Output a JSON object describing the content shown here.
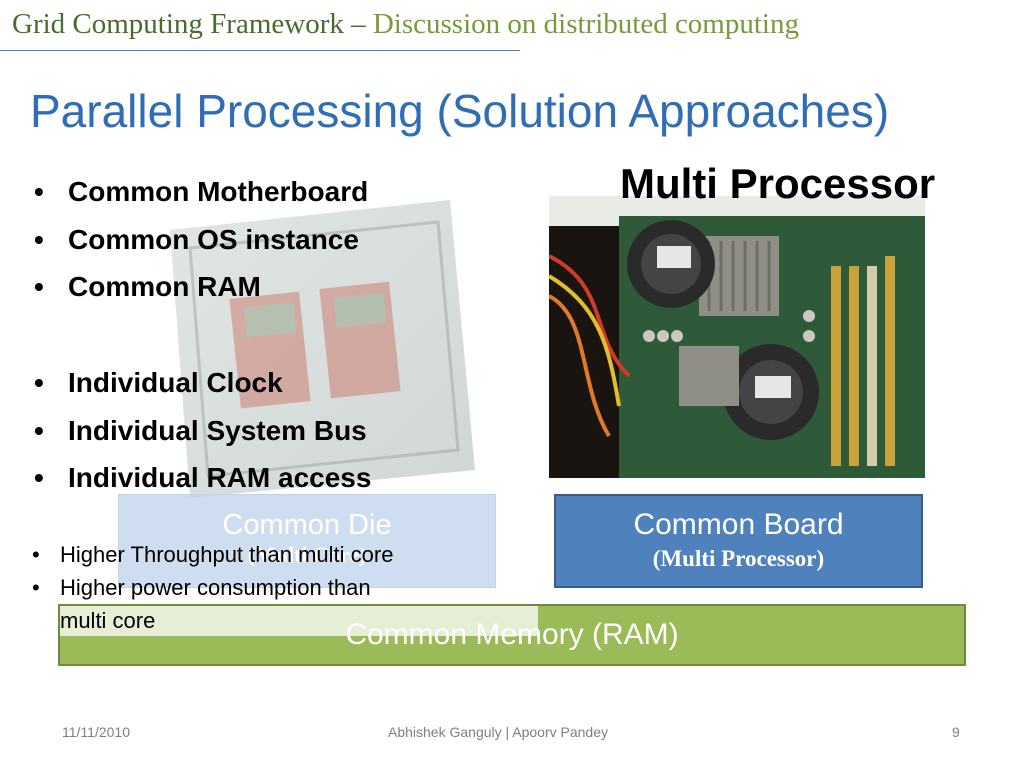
{
  "header": {
    "main": "Grid Computing Framework –",
    "sub": "Discussion on distributed computing"
  },
  "title": "Parallel Processing  (Solution Approaches)",
  "multi_processor_label": "Multi Processor",
  "bullets_common": [
    "Common Motherboard",
    "Common OS instance",
    "Common RAM"
  ],
  "bullets_individual": [
    "Individual Clock",
    "Individual System Bus",
    "Individual RAM access"
  ],
  "die_box": {
    "title": "Common Die",
    "subtitle": "(Multi Core)"
  },
  "board_box": {
    "title": "Common Board",
    "subtitle": "(Multi Processor)"
  },
  "memory_bar": {
    "label": "Common Memory (RAM)"
  },
  "notes": [
    {
      "line1": "Higher Throughput than multi core",
      "line2": ""
    },
    {
      "line1": "Higher power consumption than",
      "line2": "multi core"
    }
  ],
  "footer": {
    "date": "11/11/2010",
    "authors": "Abhishek Ganguly  |  Apoorv Pandey",
    "page": "9"
  },
  "colors": {
    "title_blue": "#2f6db5",
    "header_green": "#4a6b2e",
    "board_blue": "#4f81bd",
    "memory_green": "#9bbb59"
  }
}
